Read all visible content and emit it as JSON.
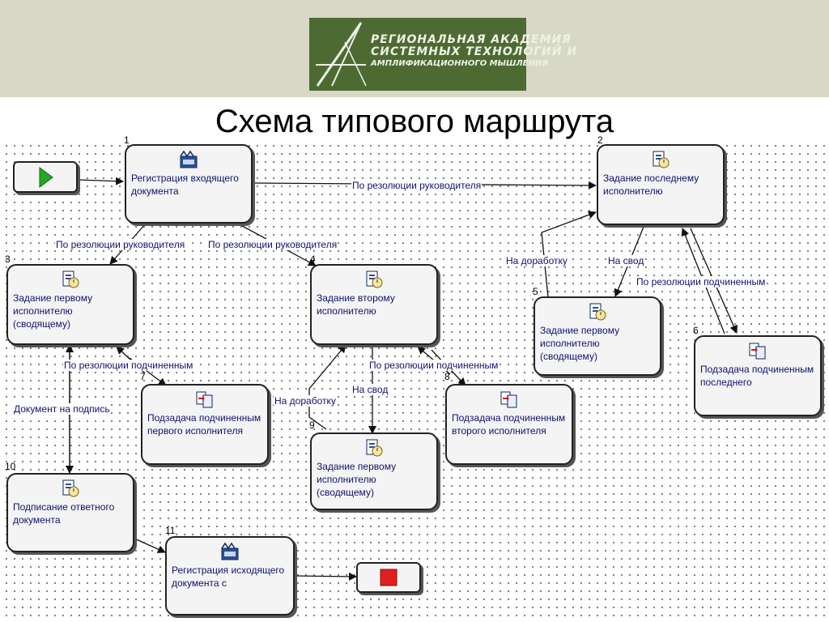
{
  "header": {
    "logo_line1": "РЕГИОНАЛЬНАЯ АКАДЕМИЯ",
    "logo_line2": "СИСТЕМНЫХ ТЕХНОЛОГИЙ И",
    "logo_line3": "АМПЛИФИКАЦИОННОГО МЫШЛЕНИЯ"
  },
  "title": "Схема типового маршрута",
  "nodes": [
    {
      "num": "1",
      "label": "Регистрация входящего документа",
      "icon": "registration-icon"
    },
    {
      "num": "2",
      "label": "Задание последнему исполнителю",
      "icon": "task-icon"
    },
    {
      "num": "3",
      "label": "Задание первому исполнителю (сводящему)",
      "icon": "task-icon"
    },
    {
      "num": "4",
      "label": "Задание второму исполнителю",
      "icon": "task-icon"
    },
    {
      "num": "5",
      "label": "Задание первому исполнителю (сводящему)",
      "icon": "task-icon"
    },
    {
      "num": "6",
      "label": "Подзадача подчиненным последнего",
      "icon": "subtask-icon"
    },
    {
      "num": "7",
      "label": "Подзадача подчиненным первого исполнителя",
      "icon": "subtask-icon"
    },
    {
      "num": "8",
      "label": "Подзадача подчиненным второго исполнителя",
      "icon": "subtask-icon"
    },
    {
      "num": "9",
      "label": "Задание первому исполнителю (сводящему)",
      "icon": "task-icon"
    },
    {
      "num": "10",
      "label": "Подписание ответного документа",
      "icon": "task-icon"
    },
    {
      "num": "11",
      "label": "Регистрация исходящего документа с",
      "icon": "registration-icon"
    }
  ],
  "edge_labels": {
    "e1_2": "По резолюции руководителя",
    "e1_3": "По резолюции руководителя",
    "e1_4": "По резолюции руководителя",
    "e5_2": "На доработку",
    "e2_5": "На свод",
    "e2_6": "По резолюции подчиненным",
    "e3_7": "По резолюции подчиненным",
    "e4_8": "По резолюции подчиненным",
    "e4_9": "На свод",
    "e9_4": "На доработку",
    "e3_10": "Документ на подпись"
  },
  "colors": {
    "header_bg": "#d8d8c6",
    "logo_bg": "#4e6a33",
    "start_green": "#22a822",
    "stop_red": "#e02020",
    "label_text": "#101070"
  },
  "icons": {
    "start": "play-icon",
    "stop": "stop-icon"
  }
}
